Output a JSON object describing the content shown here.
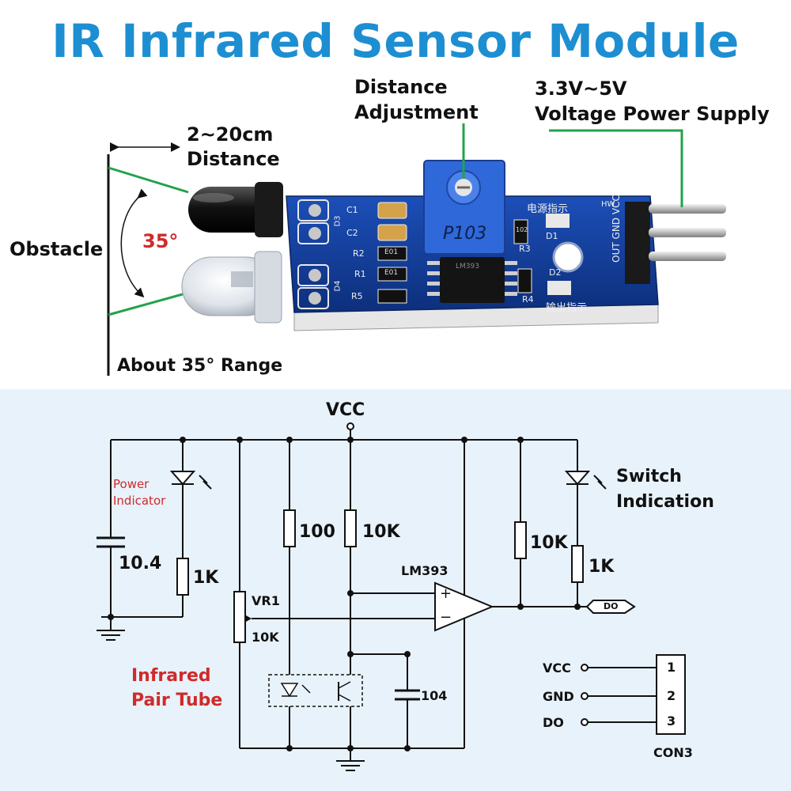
{
  "colors": {
    "title": "#1d8ed1",
    "schematic_bg": "#e8f2fb",
    "accent_red": "#d02a2a",
    "pcb_blue": "#123f9a",
    "beam_green": "#23a24a"
  },
  "title": "IR Infrared Sensor Module",
  "photo": {
    "distance_value": "2~20cm",
    "distance_label": "Distance",
    "obstacle": "Obstacle",
    "angle": "35°",
    "range": "About 35° Range",
    "adjust_line1": "Distance",
    "adjust_line2": "Adjustment",
    "power_line1": "3.3V~5V",
    "power_line2": "Voltage Power Supply",
    "pot_label": "P103",
    "chip_label": "LM393",
    "board_power_text": "电源指示",
    "board_output_text": "输出指示",
    "board_pins": "OUT GND VCC",
    "board_hw": "HW",
    "silk": {
      "c1": "C1",
      "c2": "C2",
      "r2": "R2",
      "r1": "R1",
      "r5": "R5",
      "r3": "R3",
      "r4": "R4",
      "d1": "D1",
      "d2": "D2",
      "d3": "D3",
      "d4": "D4",
      "code_e01": "E01",
      "code_102": "102"
    }
  },
  "schematic": {
    "vcc_top": "VCC",
    "power_indicator_1": "Power",
    "power_indicator_2": "Indicator",
    "cap_10_4": "10.4",
    "r_1k_left": "1K",
    "r_100": "100",
    "r_10k_mid": "10K",
    "vr1": "VR1",
    "vr1_value": "10K",
    "lm393": "LM393",
    "r_10k_right": "10K",
    "r_1k_right": "1K",
    "switch_1": "Switch",
    "switch_2": "Indication",
    "out_tag": "DO",
    "ir_pair_1": "Infrared",
    "ir_pair_2": "Pair Tube",
    "cap_104": "104",
    "plus": "+",
    "minus": "−",
    "con_vcc": "VCC",
    "con_gnd": "GND",
    "con_do": "DO",
    "con_pin1": "1",
    "con_pin2": "2",
    "con_pin3": "3",
    "con3": "CON3"
  }
}
